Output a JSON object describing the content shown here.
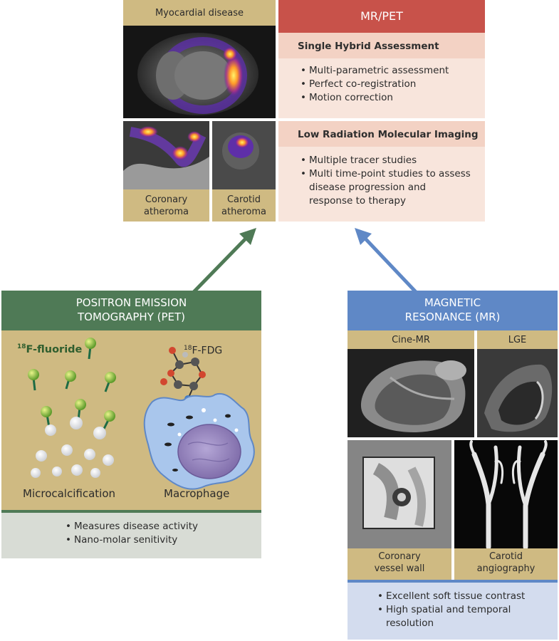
{
  "top": {
    "myocardial_label": "Myocardial disease",
    "coronary_label": "Coronary atheroma",
    "carotid_label": "Carotid atheroma",
    "mrpet": {
      "title": "MR/PET",
      "section1": {
        "title": "Single Hybrid Assessment",
        "bullets": [
          "Multi-parametric assessment",
          "Perfect co-registration",
          "Motion correction"
        ]
      },
      "section2": {
        "title": "Low Radiation Molecular Imaging",
        "bullets": [
          "Multiple tracer studies",
          "Multi time-point studies to assess disease progression and response to therapy"
        ]
      }
    }
  },
  "pet": {
    "title_line1": "POSITRON EMISSION",
    "title_line2": "TOMOGRAPHY (PET)",
    "tracer1_sup": "18",
    "tracer1_name": "F-fluoride",
    "tracer2_sup": "18",
    "tracer2_name": "F-FDG",
    "caption_left": "Microcalcification",
    "caption_right": "Macrophage",
    "bullets": [
      "Measures disease activity",
      "Nano-molar senitivity"
    ]
  },
  "mr": {
    "title_line1": "MAGNETIC",
    "title_line2": "RESONANCE (MR)",
    "cine_label": "Cine-MR",
    "lge_label": "LGE",
    "coronary_label": "Coronary vessel wall",
    "carotid_label": "Carotid angiography",
    "bullets": [
      "Excellent soft tissue contrast",
      "High spatial and temporal resolution"
    ]
  },
  "colors": {
    "tan": "#cfba82",
    "mrpet_red": "#c8524a",
    "mrpet_pink": "#f3d2c4",
    "mrpet_light": "#f8e5dc",
    "pet_green": "#4f7a56",
    "pet_panel": "#cfba82",
    "pet_bullets_bg": "#d8dcd5",
    "mr_blue": "#5f88c6",
    "mr_bullets_bg": "#d3dcee",
    "arrow_green": "#4f7a56",
    "arrow_blue": "#5f88c6"
  }
}
